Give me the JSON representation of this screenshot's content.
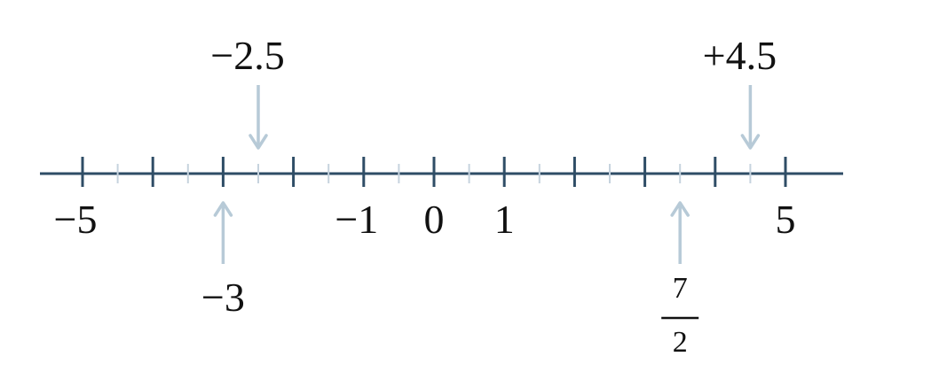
{
  "number_line": {
    "min": -5,
    "max": 5,
    "major_step": 1,
    "minor_step": 0.5,
    "tick_labels": [
      {
        "value": -5,
        "text": "−5"
      },
      {
        "value": -1,
        "text": "−1"
      },
      {
        "value": 0,
        "text": "0"
      },
      {
        "value": 1,
        "text": "1"
      },
      {
        "value": 5,
        "text": "5"
      }
    ],
    "points_above": [
      {
        "value": -2.5,
        "text": "−2.5"
      },
      {
        "value": 4.5,
        "text": "+4.5"
      }
    ],
    "points_below": [
      {
        "value": -3,
        "text": "−3"
      },
      {
        "value": 3.5,
        "numerator": "7",
        "denominator": "2"
      }
    ],
    "colors": {
      "axis": "#2f4d66",
      "minor_tick": "#c6d3de",
      "arrow": "#b7cad7",
      "text": "#111111"
    }
  }
}
